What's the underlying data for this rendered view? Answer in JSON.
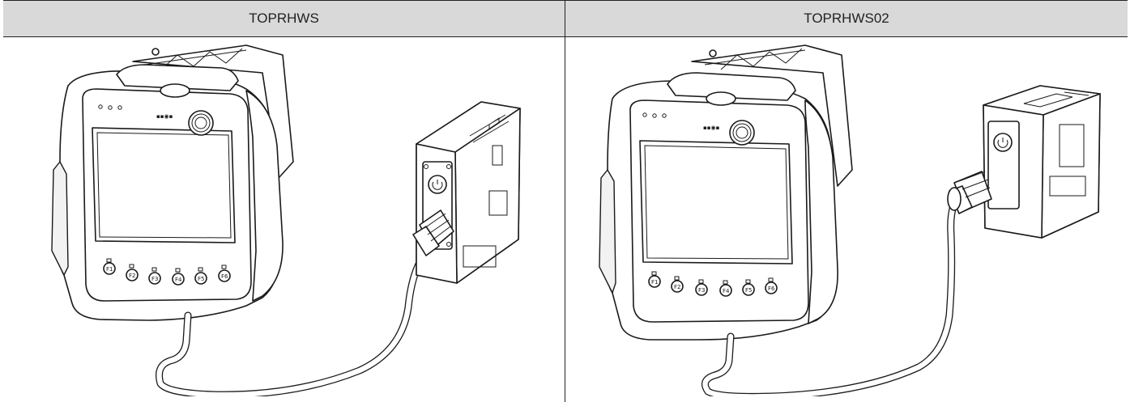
{
  "table": {
    "columns": [
      {
        "title": "TOPRHWS"
      },
      {
        "title": "TOPRHWS02"
      }
    ]
  },
  "device": {
    "function_keys": [
      "F1",
      "F2",
      "F3",
      "F4",
      "F5",
      "F6"
    ]
  }
}
